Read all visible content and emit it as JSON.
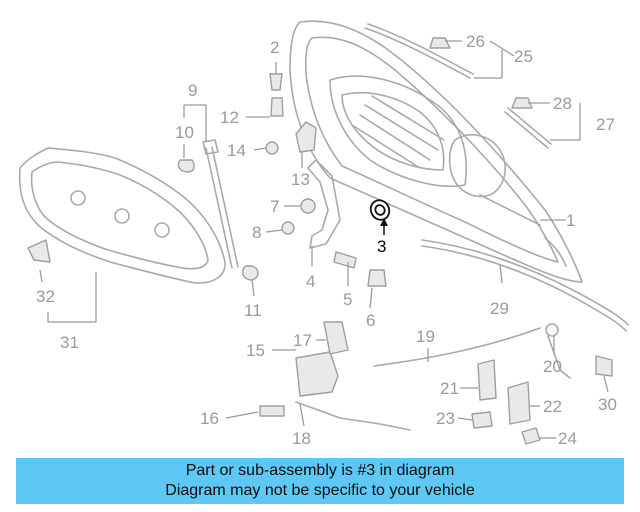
{
  "callouts": {
    "c1": "1",
    "c2": "2",
    "c3": "3",
    "c4": "4",
    "c5": "5",
    "c6": "6",
    "c7": "7",
    "c8": "8",
    "c9": "9",
    "c10": "10",
    "c11": "11",
    "c12": "12",
    "c13": "13",
    "c14": "14",
    "c15": "15",
    "c16": "16",
    "c17": "17",
    "c18": "18",
    "c19": "19",
    "c20": "20",
    "c21": "21",
    "c22": "22",
    "c23": "23",
    "c24": "24",
    "c25": "25",
    "c26": "26",
    "c27": "27",
    "c28": "28",
    "c29": "29",
    "c30": "30",
    "c31": "31",
    "c32": "32"
  },
  "highlighted_part": "3",
  "colors": {
    "banner": "#5ec8f4",
    "part_line": "#a9a9a9",
    "highlight": "#000000"
  },
  "banner": {
    "line1": "Part or sub-assembly is #3 in diagram",
    "line2": "Diagram may not be specific to your vehicle"
  }
}
